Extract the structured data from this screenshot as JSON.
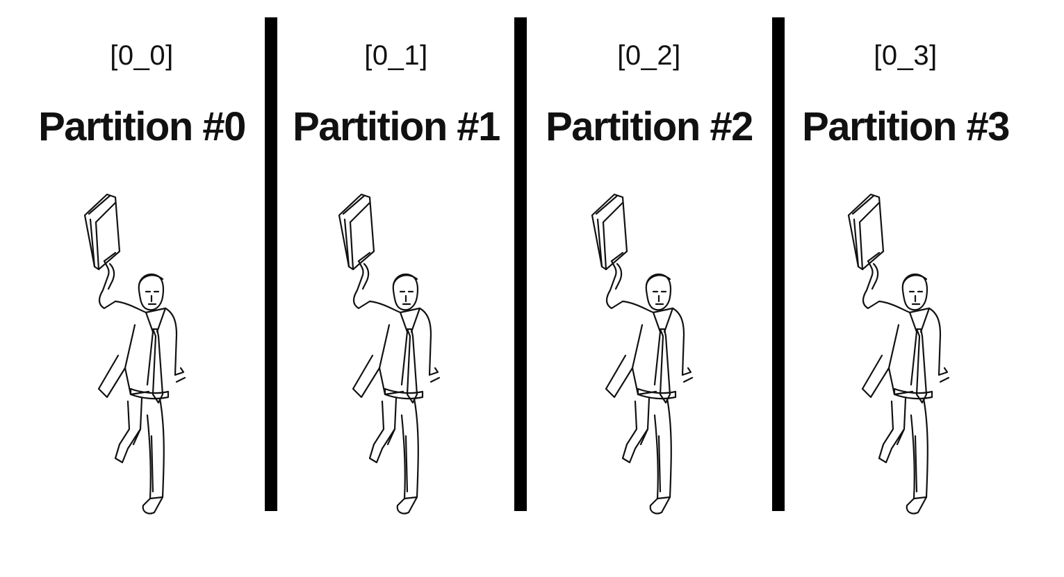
{
  "partitions": [
    {
      "id": "[0_0]",
      "title": "Partition #0"
    },
    {
      "id": "[0_1]",
      "title": "Partition #1"
    },
    {
      "id": "[0_2]",
      "title": "Partition #2"
    },
    {
      "id": "[0_3]",
      "title": "Partition #3"
    }
  ],
  "figure_icon": "businessman-with-briefcase-icon",
  "colors": {
    "ink": "#111111",
    "divider": "#000000",
    "background": "#ffffff"
  }
}
